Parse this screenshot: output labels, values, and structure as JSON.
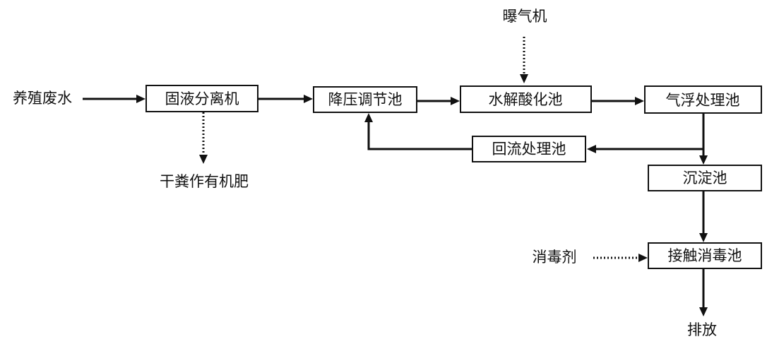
{
  "diagram": {
    "nodes": {
      "source": "养殖废水",
      "separator": "固液分离机",
      "pressure_pool": "降压调节池",
      "hydrolysis_pool": "水解酸化池",
      "flotation_pool": "气浮处理池",
      "reflux_pool": "回流处理池",
      "sedimentation_pool": "沉淀池",
      "disinfection_pool": "接触消毒池",
      "aerator": "曝气机",
      "dry_manure": "干粪作有机肥",
      "disinfectant": "消毒剂",
      "discharge": "排放"
    },
    "edges": [
      {
        "from": "source",
        "to": "separator",
        "style": "solid"
      },
      {
        "from": "separator",
        "to": "pressure_pool",
        "style": "solid"
      },
      {
        "from": "pressure_pool",
        "to": "hydrolysis_pool",
        "style": "solid"
      },
      {
        "from": "hydrolysis_pool",
        "to": "flotation_pool",
        "style": "solid"
      },
      {
        "from": "flotation_pool",
        "to": "sedimentation_pool",
        "style": "solid"
      },
      {
        "from": "flotation_pool",
        "to": "reflux_pool",
        "style": "solid"
      },
      {
        "from": "reflux_pool",
        "to": "pressure_pool",
        "style": "solid"
      },
      {
        "from": "sedimentation_pool",
        "to": "disinfection_pool",
        "style": "solid"
      },
      {
        "from": "disinfection_pool",
        "to": "discharge",
        "style": "solid"
      },
      {
        "from": "aerator",
        "to": "hydrolysis_pool",
        "style": "dotted"
      },
      {
        "from": "separator",
        "to": "dry_manure",
        "style": "dotted"
      },
      {
        "from": "disinfectant",
        "to": "disinfection_pool",
        "style": "dotted"
      }
    ]
  }
}
